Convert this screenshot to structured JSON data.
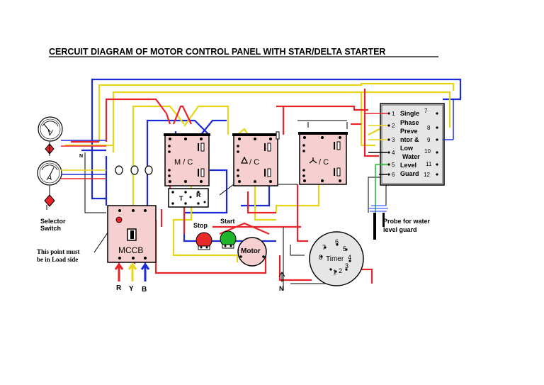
{
  "title": "CERCUIT DIAGRAM OF MOTOR CONTROL PANEL WITH STAR/DELTA STARTER",
  "colors": {
    "red": "#e8242a",
    "yellow": "#e8d418",
    "blue": "#1c2ad8",
    "black": "#000000",
    "panel_pink": "#f6cfd0",
    "spp_grey": "#e6e6e6",
    "stop_red": "#e82a2a",
    "start_green": "#1fb52a",
    "probe_blue": "#1c3cff"
  },
  "meters": {
    "voltmeter_label": "V",
    "ammeter_label": "A",
    "neutral_label": "N"
  },
  "selector_switch": {
    "line1": "Selector",
    "line2": "Switch"
  },
  "note": {
    "line1": "This point must",
    "line2": "be in Load side"
  },
  "mccb": {
    "label": "MCCB"
  },
  "phases": [
    "R",
    "Y",
    "B"
  ],
  "contactors": {
    "main": {
      "label": "M / C"
    },
    "delta": {
      "label": "/ C"
    },
    "star": {
      "label": "/ C"
    }
  },
  "overload_relay": {
    "left": "T",
    "right": "R"
  },
  "buttons": {
    "stop": "Stop",
    "start": "Start"
  },
  "motor": {
    "label": "Motor"
  },
  "neutral_bottom": "N",
  "timer": {
    "label": "Timer",
    "pins": [
      "1",
      "2",
      "3",
      "4",
      "5",
      "6",
      "7",
      "8"
    ]
  },
  "single_phase_preventer": {
    "terminals_left": [
      "1",
      "2",
      "3",
      "4",
      "5",
      "6"
    ],
    "terminals_right": [
      "7",
      "8",
      "9",
      "10",
      "11",
      "12"
    ],
    "text_lines": [
      "Single",
      "Phase",
      "Preve",
      "ntor &",
      "Low",
      "Water",
      "Level",
      "Guard"
    ]
  },
  "probe": {
    "line1": "Probe for water",
    "line2": "level guard"
  }
}
